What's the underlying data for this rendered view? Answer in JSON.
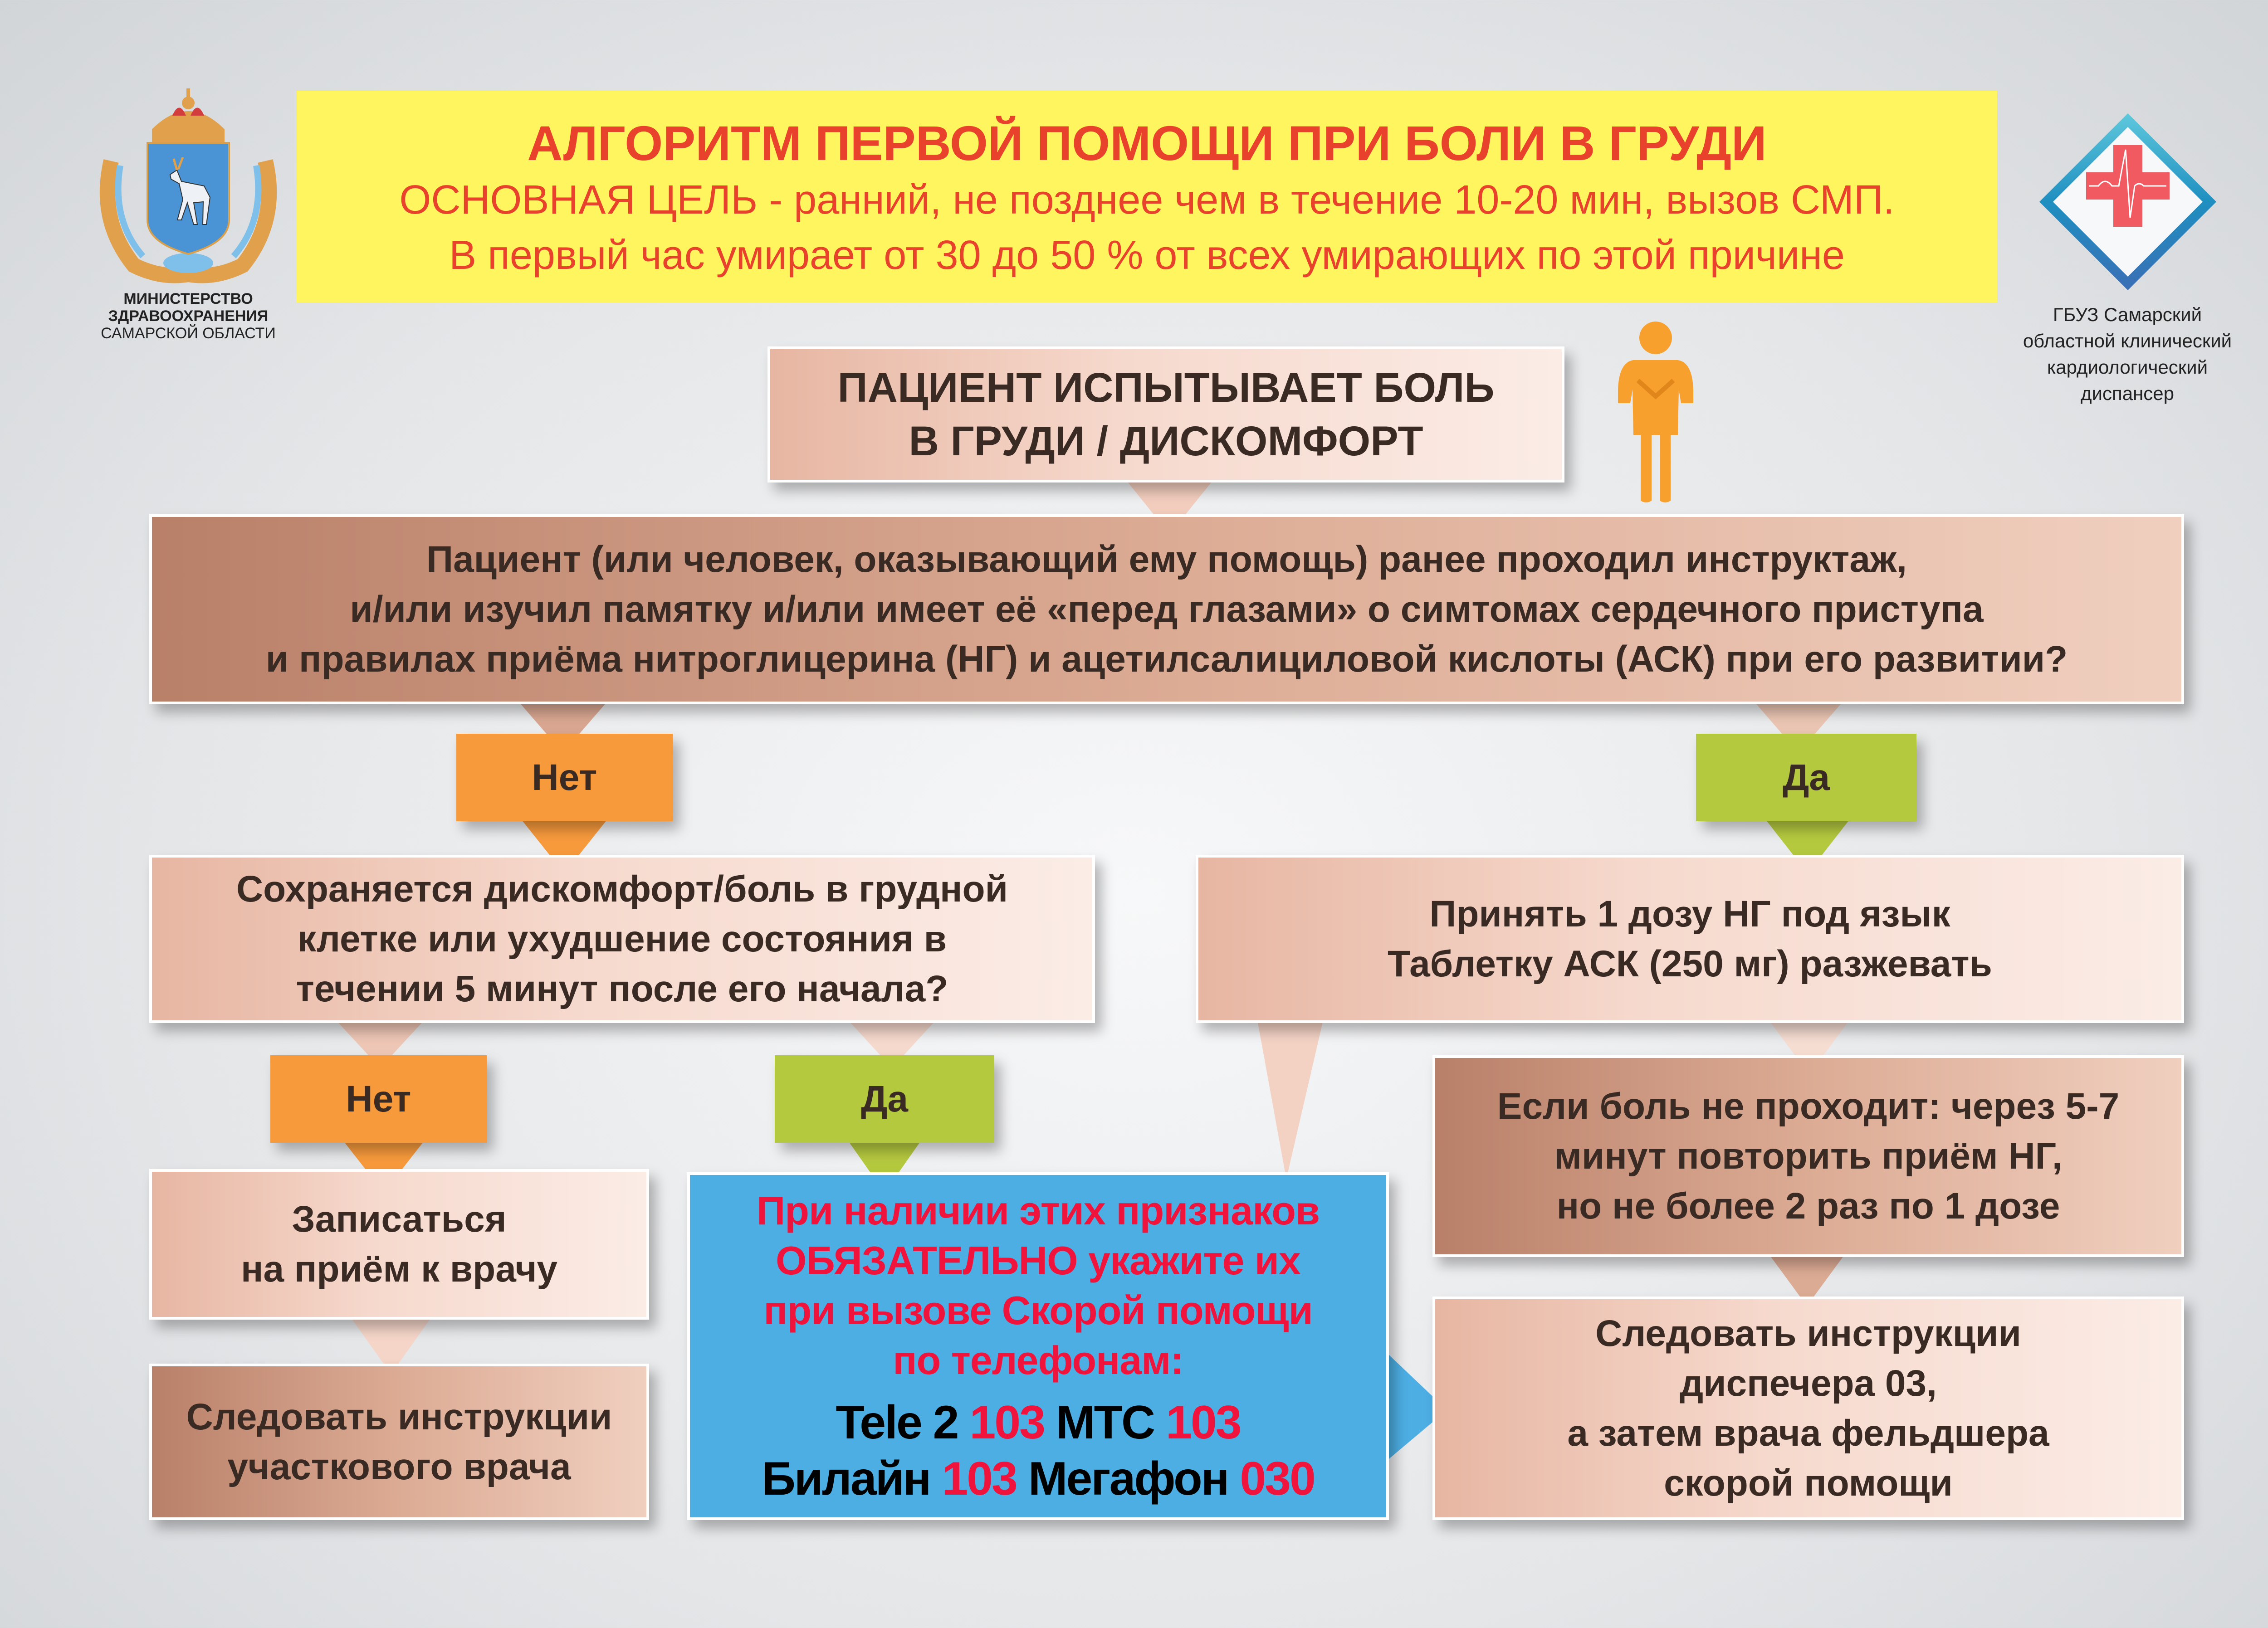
{
  "header": {
    "title": "АЛГОРИТМ ПЕРВОЙ ПОМОЩИ ПРИ БОЛИ В ГРУДИ",
    "goal": "ОСНОВНАЯ ЦЕЛЬ - ранний, не позднее чем в течение 10-20 мин, вызов СМП.",
    "mortality": "В первый час умирает от 30 до 50 % от всех умирающих по этой причине"
  },
  "left_logo": {
    "lines": [
      "МИНИСТЕРСТВО",
      "ЗДРАВООХРАНЕНИЯ",
      "САМАРСКОЙ ОБЛАСТИ"
    ]
  },
  "right_logo": {
    "lines": [
      "ГБУЗ Самарский",
      "областной клинический",
      "кардиологический",
      "диспансер"
    ]
  },
  "flow": {
    "start": [
      "ПАЦИЕНТ ИСПЫТЫВАЕТ БОЛЬ",
      "В ГРУДИ / ДИСКОМФОРТ"
    ],
    "question1": [
      "Пациент (или человек, оказывающий ему помощь) ранее проходил инструктаж,",
      "и/или изучил памятку и/или имеет её «перед глазами» о симтомах сердечного приступа",
      "и правилах приёма нитроглицерина (НГ) и ацетилсалициловой кислоты (АСК) при его развитии?"
    ],
    "no": "Нет",
    "yes": "Да",
    "question2": [
      "Сохраняется дискомфорт/боль в грудной",
      "клетке или ухудшение состояния в",
      "течении 5 минут после его начала?"
    ],
    "take_meds": [
      "Принять 1 дозу НГ под язык",
      "Таблетку АСК (250 мг) разжевать"
    ],
    "doctor_visit": [
      "Записаться",
      "на приём к врачу"
    ],
    "follow_local": [
      "Следовать инструкции",
      "участкового врача"
    ],
    "repeat": [
      "Если боль не проходит: через 5-7",
      "минут повторить приём НГ,",
      "но не более 2 раз по 1 дозе"
    ],
    "follow_dispatcher": [
      "Следовать инструкции",
      "диспечера 03,",
      "а затем врача фельдшера",
      "скорой помощи"
    ],
    "call": {
      "lines": [
        "При наличии этих признаков",
        "ОБЯЗАТЕЛЬНО укажите их",
        "при вызове Скорой помощи",
        "по телефонам:"
      ],
      "phones": [
        {
          "op": "Tele 2",
          "num": "103"
        },
        {
          "op": "МТС",
          "num": "103"
        },
        {
          "op": "Билайн",
          "num": "103"
        },
        {
          "op": "Мегафон",
          "num": "030"
        }
      ]
    }
  },
  "colors": {
    "title_red": "#e8412c",
    "header_yellow": "#fff55f",
    "no_orange": "#f79a3c",
    "yes_green": "#b5c93f",
    "call_blue": "#4daee3",
    "phone_red": "#f0143c"
  }
}
